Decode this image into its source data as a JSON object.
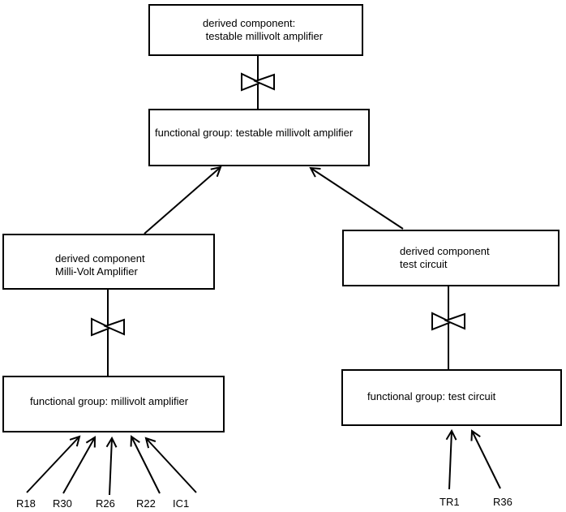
{
  "diagram": {
    "background_color": "#ffffff",
    "line_color": "#000000",
    "box_fill_color": "#ffffff",
    "nodes": {
      "top_derived": {
        "line1": "derived component:",
        "line2": " testable millivolt amplifier"
      },
      "top_functional": {
        "label": "functional group: testable millivolt amplifier"
      },
      "left_derived": {
        "line1": "derived component",
        "line2": "Milli-Volt Amplifier"
      },
      "left_functional": {
        "label": "functional group: millivolt amplifier"
      },
      "right_derived": {
        "line1": "derived component",
        "line2": "test circuit"
      },
      "right_functional": {
        "label": "functional group: test circuit"
      }
    },
    "component_labels": {
      "left": [
        "R18",
        "R30",
        "R26",
        "R22",
        "IC1"
      ],
      "right": [
        "TR1",
        "R36"
      ]
    },
    "icons": {
      "bowtie": "bowtie-decomposition-icon",
      "arrowhead": "open-arrowhead-icon"
    }
  }
}
